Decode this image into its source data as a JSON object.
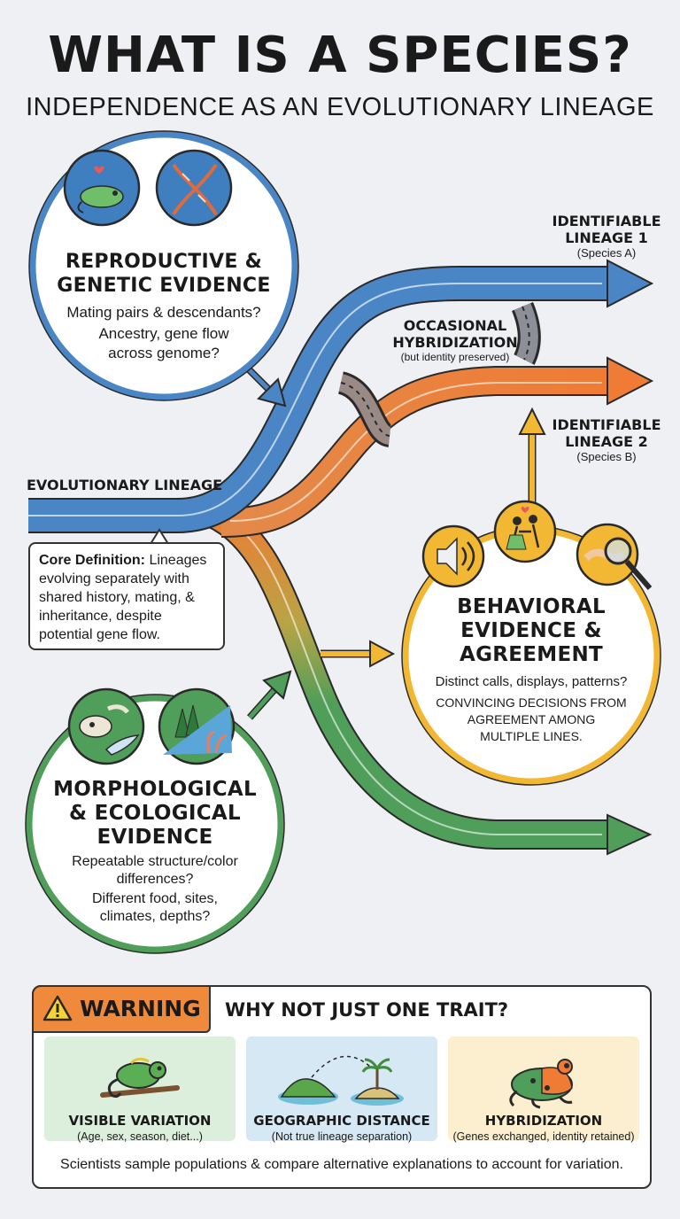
{
  "title": "WHAT IS A SPECIES?",
  "subtitle": "INDEPENDENCE AS AN EVOLUTIONARY LINEAGE",
  "colors": {
    "blue": "#4a86c5",
    "orange": "#ef7b34",
    "green": "#4f9e5a",
    "yellow": "#f3b833",
    "warning_orange": "#ef8a3c"
  },
  "reproductive": {
    "title_line1": "REPRODUCTIVE &",
    "title_line2": "GENETIC EVIDENCE",
    "q1": "Mating pairs & descendants?",
    "q2_line1": "Ancestry, gene flow",
    "q2_line2": "across genome?",
    "icons": [
      "chameleon-pair-icon",
      "dna-icon"
    ]
  },
  "lineage1": {
    "line1": "IDENTIFIABLE",
    "line2": "LINEAGE 1",
    "sub": "(Species A)"
  },
  "lineage2": {
    "line1": "IDENTIFIABLE",
    "line2": "LINEAGE 2",
    "sub": "(Species B)"
  },
  "hybridization_note": {
    "line1": "OCCASIONAL",
    "line2": "HYBRIDIZATION",
    "sub": "(but identity preserved)"
  },
  "evolutionary_lineage": "EVOLUTIONARY LINEAGE",
  "core": {
    "label": "Core Definition:",
    "text": " Lineages evolving separately with shared history, mating, & inheritance, despite potential gene flow."
  },
  "behavioral": {
    "title_line1": "BEHAVIORAL",
    "title_line2": "EVIDENCE &",
    "title_line3": "AGREEMENT",
    "q1": "Distinct calls, displays, patterns?",
    "c1": "CONVINCING DECISIONS FROM",
    "c2": "AGREEMENT AMONG",
    "c3": "MULTIPLE LINES.",
    "icons": [
      "speaker-icon",
      "dancing-pair-icon",
      "handshake-magnifier-icon"
    ]
  },
  "morphological": {
    "title_line1": "MORPHOLOGICAL",
    "title_line2": "& ECOLOGICAL",
    "title_line3": "EVIDENCE",
    "q1_line1": "Repeatable structure/color",
    "q1_line2": "differences?",
    "q2_line1": "Different food, sites,",
    "q2_line2": "climates, depths?",
    "icons": [
      "skull-wing-icon",
      "forest-reef-icon"
    ]
  },
  "warning": {
    "badge": "WARNING",
    "heading": "WHY NOT JUST ONE TRAIT?",
    "cards": [
      {
        "title": "VISIBLE VARIATION",
        "sub": "(Age, sex, season, diet...)",
        "icon": "chameleon-icon",
        "bg": "#dcefdc"
      },
      {
        "title": "GEOGRAPHIC DISTANCE",
        "sub": "(Not true lineage separation)",
        "icon": "islands-icon",
        "bg": "#d6e8f4"
      },
      {
        "title": "HYBRIDIZATION",
        "sub": "(Genes exchanged, identity retained)",
        "icon": "frog-icon",
        "bg": "#fbefcf"
      }
    ],
    "footer": "Scientists sample populations & compare alternative explanations to account for variation."
  }
}
